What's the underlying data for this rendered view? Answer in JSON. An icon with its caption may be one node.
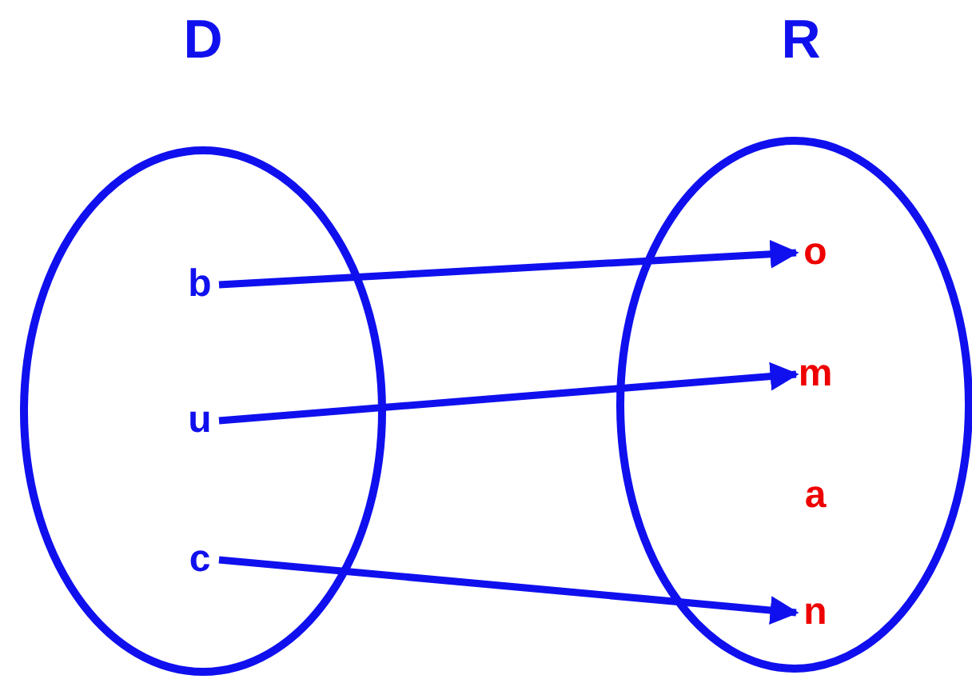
{
  "diagram": {
    "nodes": [
      {
        "text": [
          "D"
        ]
      },
      {
        "text": [
          "R"
        ]
      },
      {
        "text": [
          "b"
        ],
        "in": 0
      },
      {
        "text": [
          "u"
        ],
        "in": 0
      },
      {
        "text": [
          "c"
        ],
        "in": 0
      },
      {
        "text": [
          "o"
        ],
        "in": 1
      },
      {
        "text": [
          "m"
        ],
        "in": 1
      },
      {
        "text": [
          "a"
        ],
        "in": 1
      },
      {
        "text": [
          "n"
        ],
        "in": 1
      }
    ],
    "edges": [
      {
        "from": 2,
        "to": 5,
        "arrow": "to"
      },
      {
        "from": 3,
        "to": 6,
        "arrow": "to"
      },
      {
        "from": 4,
        "to": 8,
        "arrow": "to"
      }
    ]
  }
}
